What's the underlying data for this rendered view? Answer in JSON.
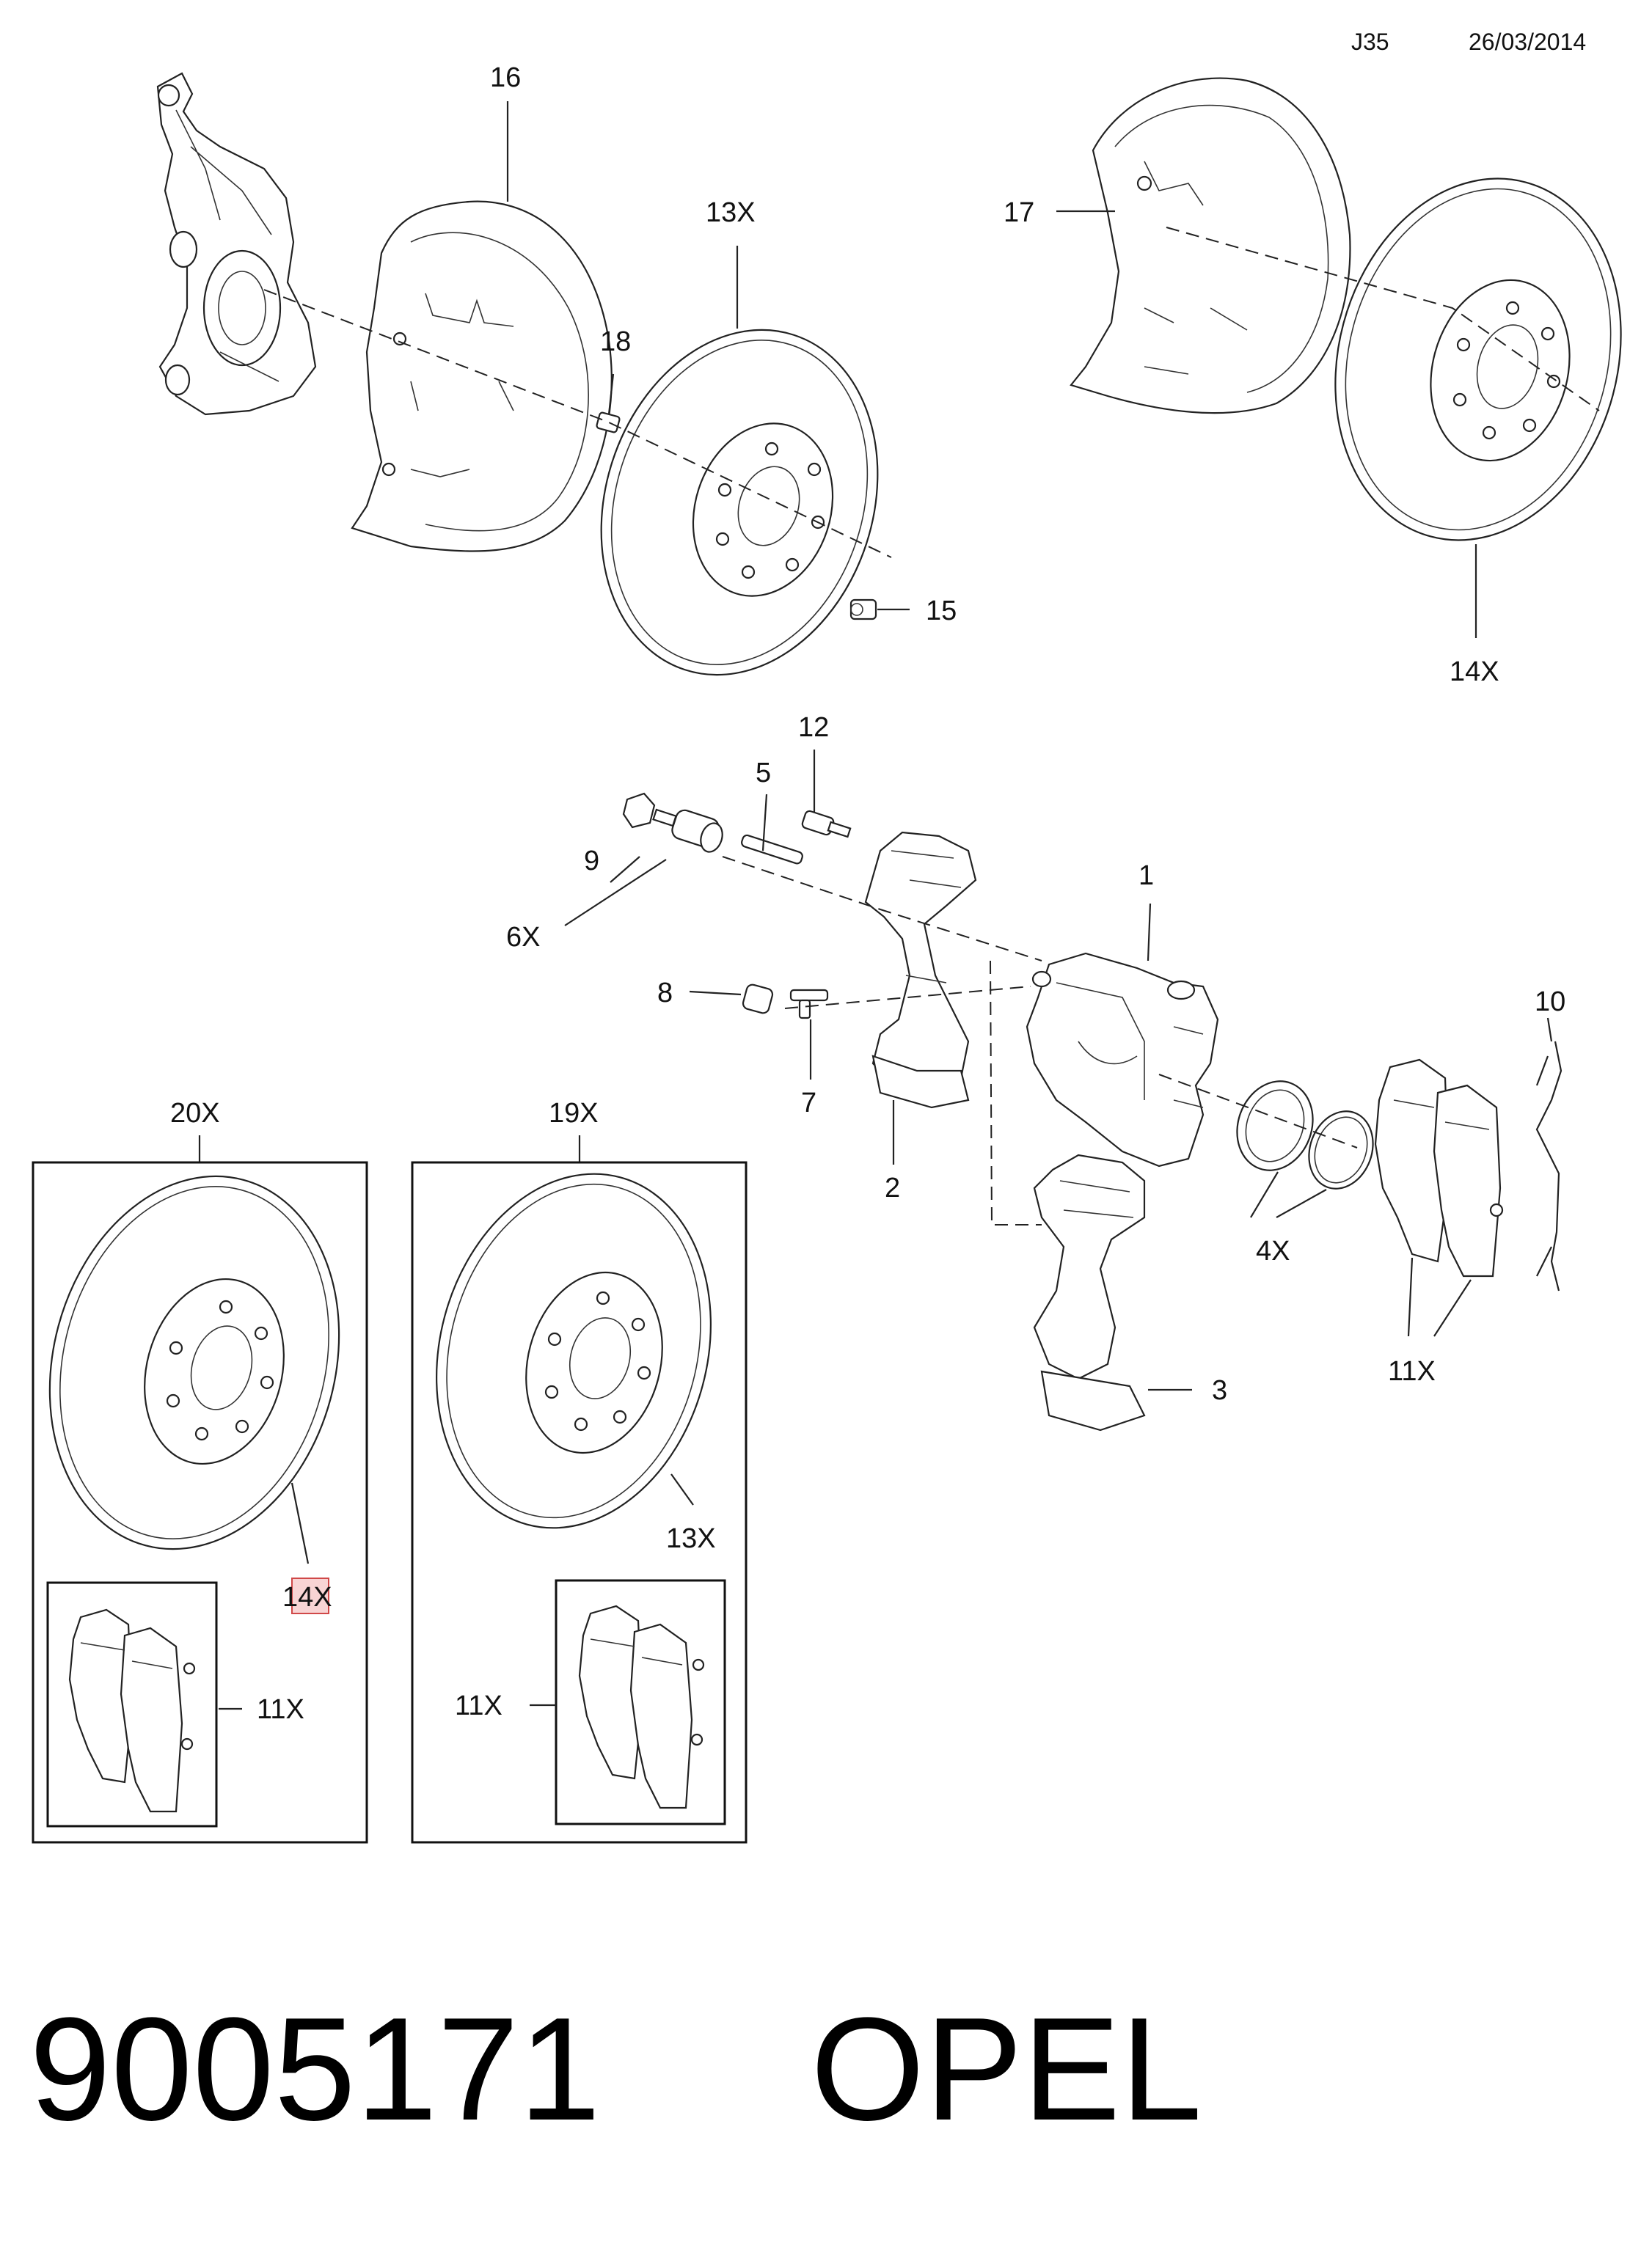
{
  "header": {
    "page_code": "J35",
    "date": "26/03/2014"
  },
  "part_number": "9005171",
  "brand": "OPEL",
  "callouts": {
    "c16": "16",
    "c13x_top": "13X",
    "c18": "18",
    "c15": "15",
    "c17": "17",
    "c14x_top": "14X",
    "c12": "12",
    "c5": "5",
    "c9": "9",
    "c6x": "6X",
    "c1": "1",
    "c8": "8",
    "c7": "7",
    "c2": "2",
    "c10": "10",
    "c4x": "4X",
    "c11x_right": "11X",
    "c3": "3",
    "c20x": "20X",
    "c19x": "19X",
    "c14x_kit": "14X",
    "c11x_kit20": "11X",
    "c13x_kit": "13X",
    "c11x_kit19": "11X"
  },
  "highlighted_callout": "14X"
}
